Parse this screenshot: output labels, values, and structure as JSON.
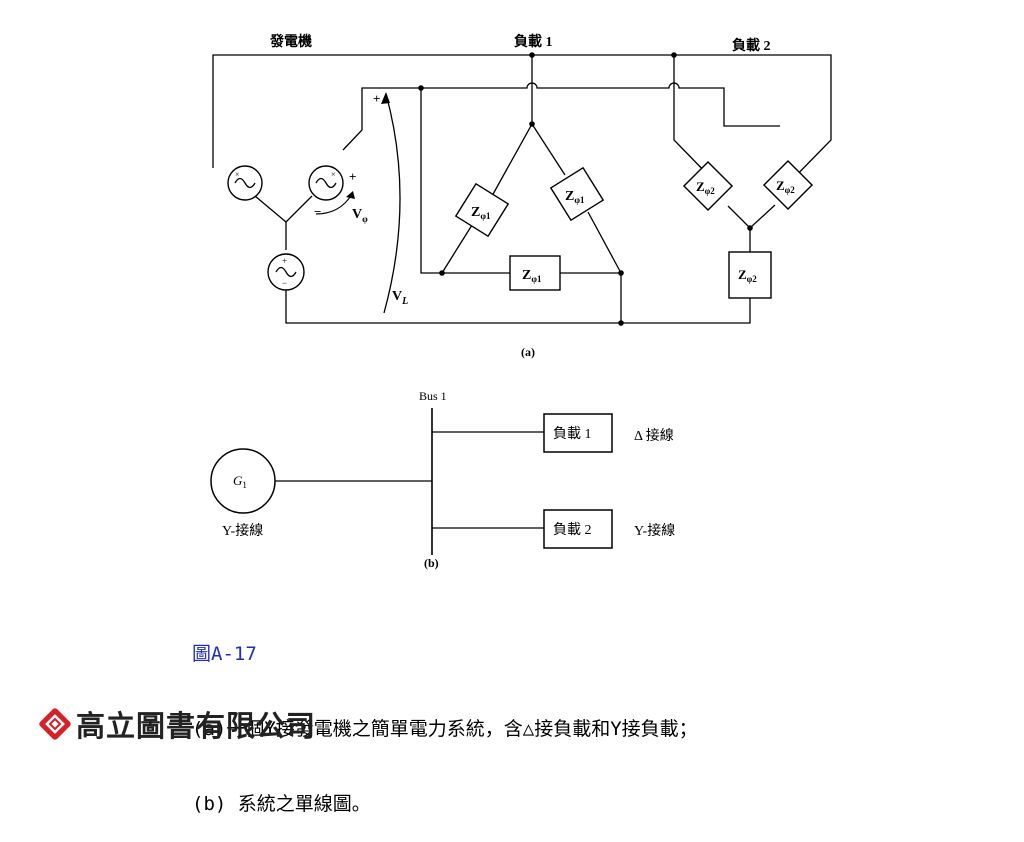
{
  "diagram_a": {
    "generator_label": "發電機",
    "load1_label": "負載 1",
    "load2_label": "負載 2",
    "impedance1": "Z",
    "impedance1_sub": "φ1",
    "impedance2": "Z",
    "impedance2_sub": "φ2",
    "v_phase": "V",
    "v_phase_sub": "φ",
    "v_line": "V",
    "v_line_sub": "L",
    "plus": "+",
    "minus": "−",
    "panel_label": "(a)"
  },
  "diagram_b": {
    "bus_label": "Bus 1",
    "gen_symbol": "G",
    "gen_sub": "1",
    "gen_connection": "Y-接線",
    "load1_box": "負載 1",
    "load1_connection": "Δ  接線",
    "load2_box": "負載 2",
    "load2_connection": "Y-接線",
    "panel_label": "(b)"
  },
  "caption": {
    "figure_id": "圖A-17",
    "line1": "(a)一個Y接發電機之簡單電力系統，含△接負載和Y接負載；",
    "line2": "(b) 系統之單線圖。"
  },
  "publisher": {
    "name": "高立圖書有限公司",
    "logo_color": "#d42027"
  }
}
